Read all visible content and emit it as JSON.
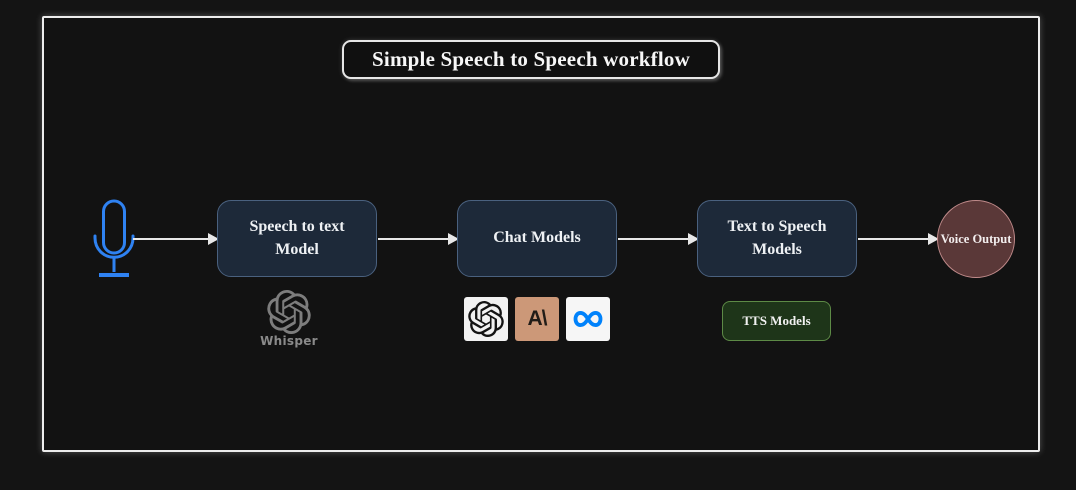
{
  "diagram": {
    "title": "Simple Speech to Speech workflow",
    "nodes": [
      {
        "id": "speech-to-text",
        "label": "Speech to text Model"
      },
      {
        "id": "chat-models",
        "label": "Chat Models"
      },
      {
        "id": "text-to-speech",
        "label": "Text to Speech Models"
      },
      {
        "id": "voice-output",
        "label": "Voice Output"
      }
    ],
    "input": {
      "icon": "microphone-icon"
    },
    "whisper": {
      "icon": "openai-logo",
      "label": "Whisper"
    },
    "chat_providers": [
      {
        "icon": "openai-logo"
      },
      {
        "icon": "anthropic-logo",
        "glyph": "A\\"
      },
      {
        "icon": "meta-logo"
      }
    ],
    "tts_badge": {
      "label": "TTS Models"
    },
    "colors": {
      "background": "#141414",
      "frame_border": "#ededed",
      "node_fill": "#1d2939",
      "node_border": "#4a617f",
      "voice_output_fill": "#5a3838",
      "voice_output_border": "#c18b8b",
      "tts_badge_fill": "#1e3519",
      "tts_badge_border": "#5d8a46",
      "arrow": "#e8e8e8",
      "mic_blue": "#2f82f2",
      "whisper_gray": "#8a8a8a",
      "anthropic_tan": "#cc9878",
      "meta_blue": "#0082fb",
      "openai_black": "#141414"
    }
  }
}
